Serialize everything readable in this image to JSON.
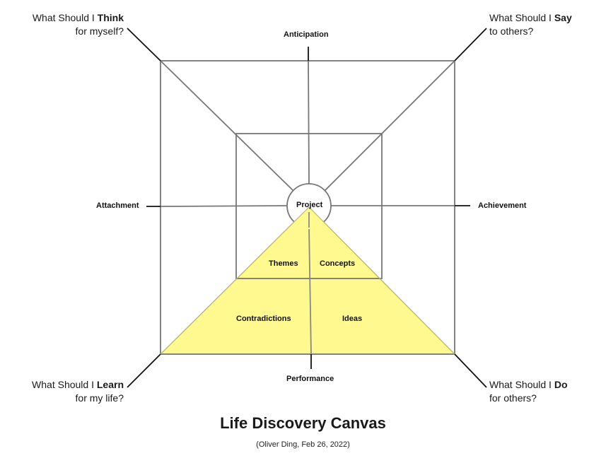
{
  "canvas": {
    "center_label": "Project",
    "axes": {
      "top": "Anticipation",
      "bottom": "Performance",
      "left": "Attachment",
      "right": "Achievement"
    },
    "quadrants": {
      "themes": "Themes",
      "concepts": "Concepts",
      "contradictions": "Contradictions",
      "ideas": "Ideas"
    },
    "corners": {
      "top_left": {
        "prefix": "What Should I ",
        "emph": "Think",
        "line2": "for myself?"
      },
      "top_right": {
        "prefix": "What Should I ",
        "emph": "Say",
        "line2": "to others?"
      },
      "bottom_left": {
        "prefix": "What Should I ",
        "emph": "Learn",
        "line2": "for my life?"
      },
      "bottom_right": {
        "prefix": "What Should I ",
        "emph": "Do",
        "line2": "for others?"
      }
    },
    "colors": {
      "highlight": "#fff98f",
      "highlight_stroke": "#b8b86a",
      "line": "#777777"
    }
  },
  "title": "Life Discovery Canvas",
  "subtitle": "(Oliver Ding, Feb 26, 2022)"
}
